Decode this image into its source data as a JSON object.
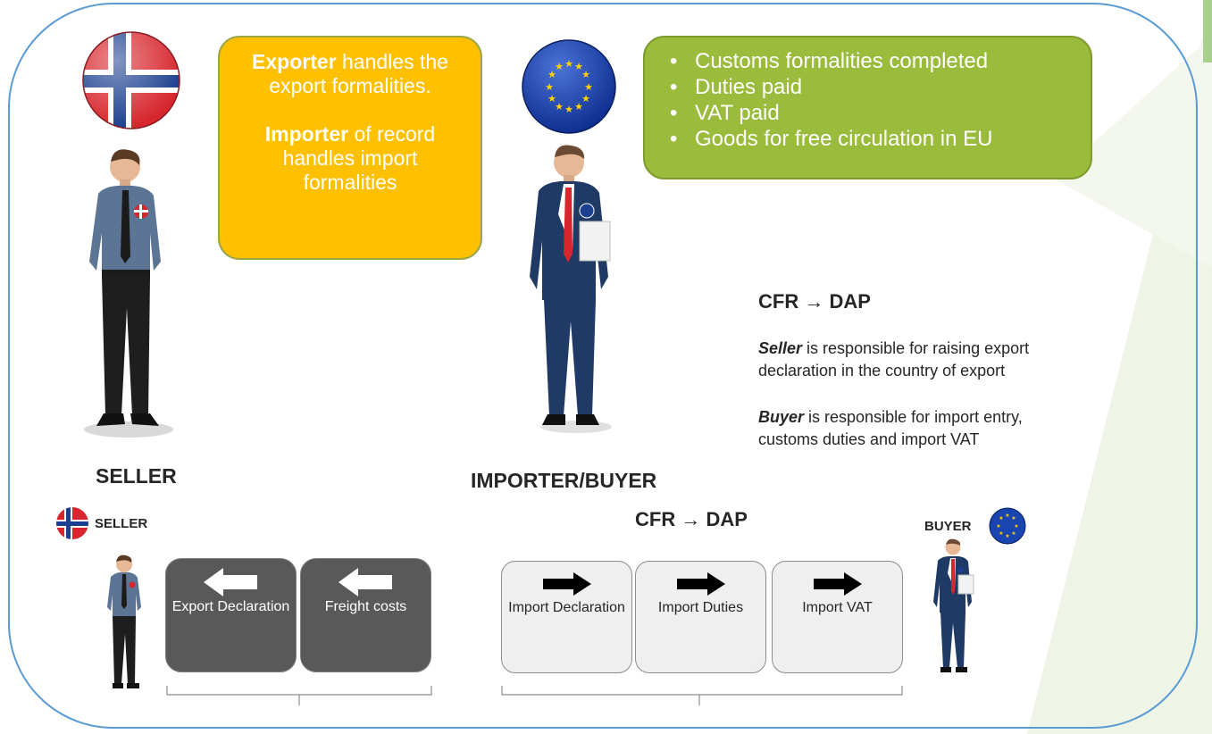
{
  "callouts": {
    "orange": {
      "line1_bold": "Exporter",
      "line1_rest": " handles the export formalities.",
      "line2_bold": "Importer",
      "line2_rest": " of record handles import formalities"
    },
    "green_items": [
      "Customs formalities completed",
      "Duties paid",
      "VAT paid",
      "Goods for free circulation in EU"
    ]
  },
  "labels": {
    "seller": "SELLER",
    "importer_buyer": "IMPORTER/BUYER",
    "seller_small": "SELLER",
    "buyer_small": "BUYER"
  },
  "terms": {
    "heading": "CFR → DAP",
    "seller_bold": "Seller",
    "seller_rest": " is responsible for raising export declaration in the country of export",
    "buyer_bold": "Buyer",
    "buyer_rest": " is responsible for import entry, customs duties and import VAT"
  },
  "flow": {
    "heading": "CFR → DAP",
    "seller_steps": [
      "Export Declaration",
      "Freight costs"
    ],
    "buyer_steps": [
      "Import Declaration",
      "Import Duties",
      "Import VAT"
    ]
  },
  "colors": {
    "frame": "#5b9bd5",
    "orange": "#ffc000",
    "green": "#9bbb3c",
    "dark_box": "#595959",
    "light_box": "#efefef"
  }
}
